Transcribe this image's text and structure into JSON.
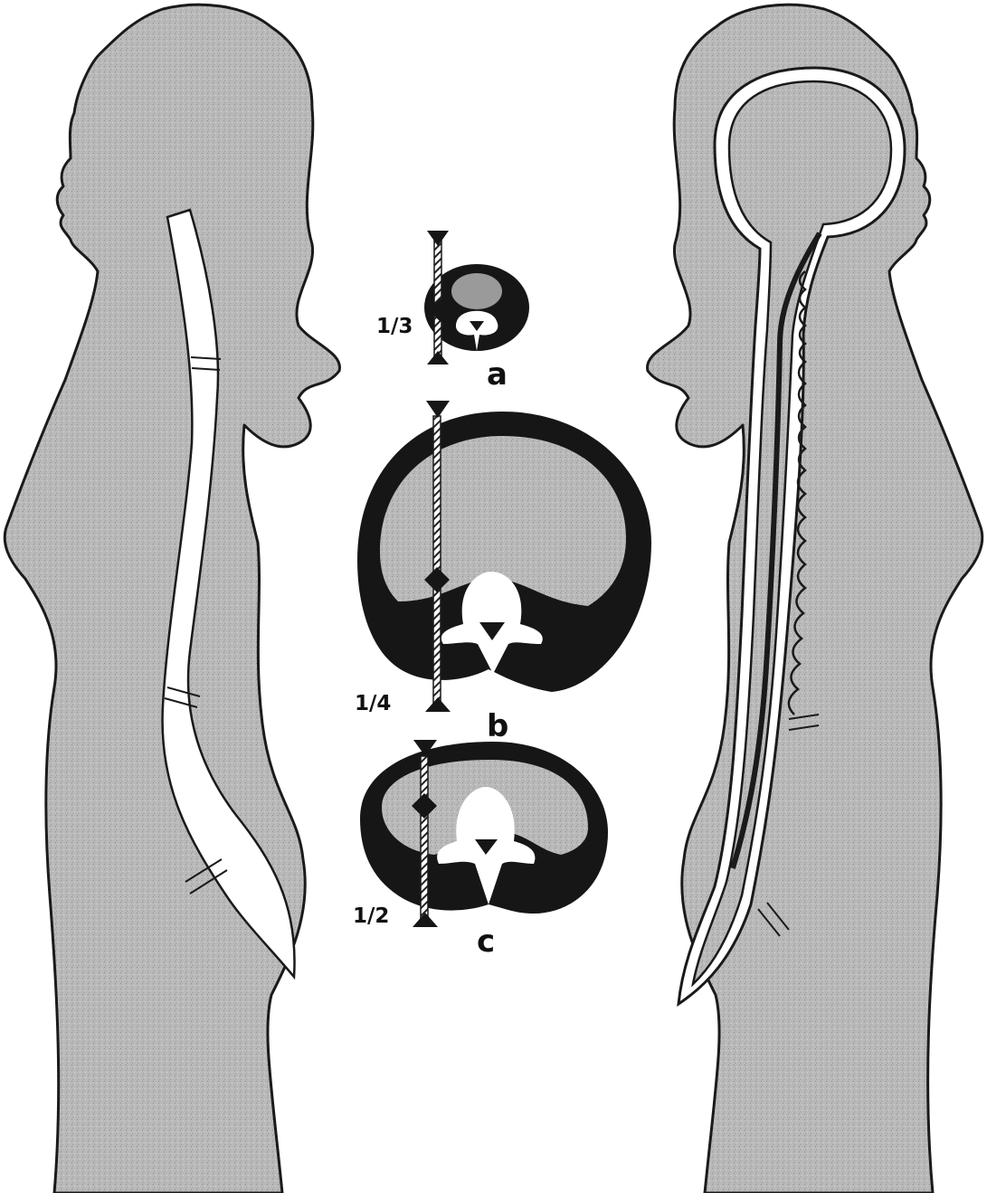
{
  "colors": {
    "body_fill": "#b7b7b7",
    "outline": "#1a1a1a",
    "dark_tissue": "#161616",
    "bone": "#ffffff",
    "cord": "#1a1a1a",
    "background": "#ffffff"
  },
  "figure": {
    "left_figure": "female-silhouette-with-spinal-column",
    "right_figure": "female-silhouette-with-brain-and-spinal-cord"
  },
  "sections": [
    {
      "letter": "a",
      "ratio": "1/3"
    },
    {
      "letter": "b",
      "ratio": "1/4"
    },
    {
      "letter": "c",
      "ratio": "1/2"
    }
  ]
}
